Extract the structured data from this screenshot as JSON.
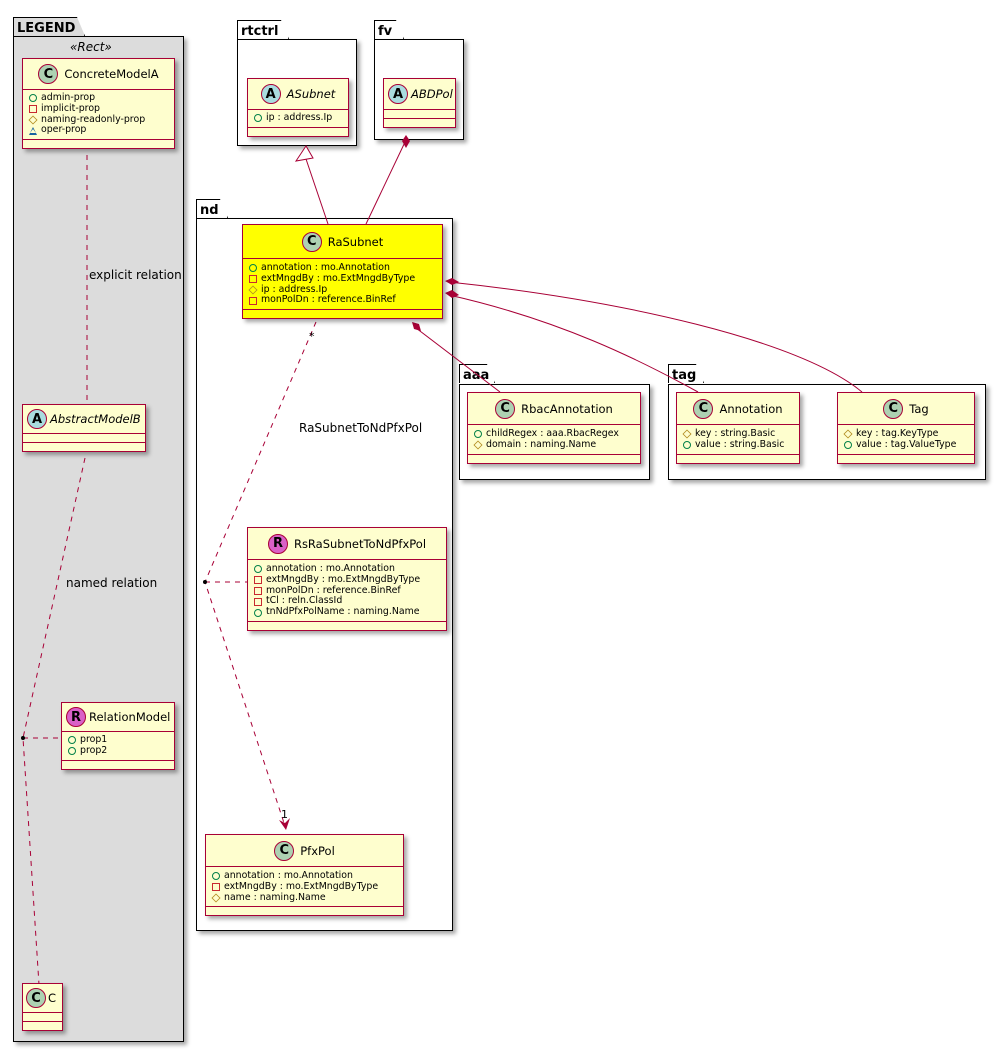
{
  "packages": {
    "legend": {
      "name": "LEGEND",
      "stereotype": "«Rect»"
    },
    "rtctrl": {
      "name": "rtctrl"
    },
    "fv": {
      "name": "fv"
    },
    "nd": {
      "name": "nd"
    },
    "aaa": {
      "name": "aaa"
    },
    "tag": {
      "name": "tag"
    }
  },
  "classes": {
    "concreteModelA": {
      "kind": "C",
      "name": "ConcreteModelA",
      "attrs": [
        {
          "vis": "public",
          "text": "admin-prop"
        },
        {
          "vis": "private",
          "text": "implicit-prop"
        },
        {
          "vis": "protected",
          "text": "naming-readonly-prop"
        },
        {
          "vis": "package",
          "text": "oper-prop"
        }
      ]
    },
    "abstractModelB": {
      "kind": "A",
      "name": "AbstractModelB",
      "attrs": []
    },
    "relationModel": {
      "kind": "R",
      "name": "RelationModel",
      "attrs": [
        {
          "vis": "public",
          "text": "prop1"
        },
        {
          "vis": "public",
          "text": "prop2"
        }
      ]
    },
    "c": {
      "kind": "C",
      "name": "C",
      "attrs": []
    },
    "aSubnet": {
      "kind": "A",
      "name": "ASubnet",
      "attrs": [
        {
          "vis": "public",
          "text": "ip : address.Ip"
        }
      ]
    },
    "abdPol": {
      "kind": "A",
      "name": "ABDPol",
      "attrs": []
    },
    "raSubnet": {
      "kind": "C",
      "name": "RaSubnet",
      "highlight_color": "#ffff00",
      "attrs": [
        {
          "vis": "public",
          "text": "annotation : mo.Annotation"
        },
        {
          "vis": "private",
          "text": "extMngdBy : mo.ExtMngdByType"
        },
        {
          "vis": "protected",
          "text": "ip : address.Ip"
        },
        {
          "vis": "private",
          "text": "monPolDn : reference.BinRef"
        }
      ]
    },
    "rsRaSubnetToNdPfxPol": {
      "kind": "R",
      "name": "RsRaSubnetToNdPfxPol",
      "attrs": [
        {
          "vis": "public",
          "text": "annotation : mo.Annotation"
        },
        {
          "vis": "private",
          "text": "extMngdBy : mo.ExtMngdByType"
        },
        {
          "vis": "private",
          "text": "monPolDn : reference.BinRef"
        },
        {
          "vis": "private",
          "text": "tCl : reln.ClassId"
        },
        {
          "vis": "public",
          "text": "tnNdPfxPolName : naming.Name"
        }
      ]
    },
    "pfxPol": {
      "kind": "C",
      "name": "PfxPol",
      "attrs": [
        {
          "vis": "public",
          "text": "annotation : mo.Annotation"
        },
        {
          "vis": "private",
          "text": "extMngdBy : mo.ExtMngdByType"
        },
        {
          "vis": "protected",
          "text": "name : naming.Name"
        }
      ]
    },
    "rbacAnnotation": {
      "kind": "C",
      "name": "RbacAnnotation",
      "attrs": [
        {
          "vis": "public",
          "text": "childRegex : aaa.RbacRegex"
        },
        {
          "vis": "protected",
          "text": "domain : naming.Name"
        }
      ]
    },
    "annotation": {
      "kind": "C",
      "name": "Annotation",
      "attrs": [
        {
          "vis": "protected",
          "text": "key : string.Basic"
        },
        {
          "vis": "public",
          "text": "value : string.Basic"
        }
      ]
    },
    "tag": {
      "kind": "C",
      "name": "Tag",
      "attrs": [
        {
          "vis": "protected",
          "text": "key : tag.KeyType"
        },
        {
          "vis": "public",
          "text": "value : tag.ValueType"
        }
      ]
    }
  },
  "edge_labels": {
    "explicit": "explicit relation",
    "named": "named relation",
    "relation_name": "RaSubnetToNdPfxPol",
    "mult_source": "*",
    "mult_target": "1"
  },
  "colors": {
    "line": "#a80036",
    "class_bg": "#fefece",
    "legend_bg": "#dcdcdc"
  }
}
